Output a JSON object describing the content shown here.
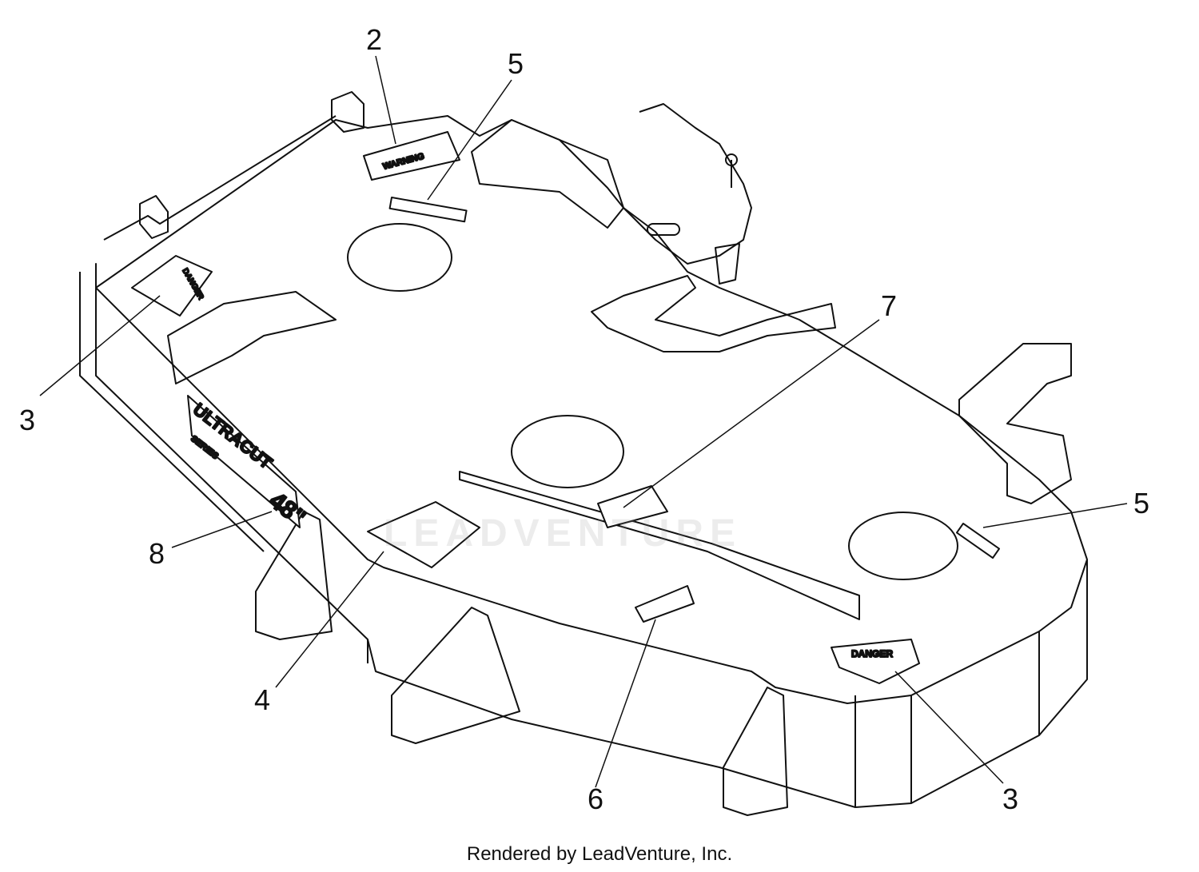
{
  "callouts": [
    {
      "id": "c2",
      "label": "2"
    },
    {
      "id": "c5a",
      "label": "5"
    },
    {
      "id": "c3a",
      "label": "3"
    },
    {
      "id": "c7",
      "label": "7"
    },
    {
      "id": "c5b",
      "label": "5"
    },
    {
      "id": "c8",
      "label": "8"
    },
    {
      "id": "c4",
      "label": "4"
    },
    {
      "id": "c6",
      "label": "6"
    },
    {
      "id": "c3b",
      "label": "3"
    }
  ],
  "decals": {
    "warning": "WARNING",
    "danger_left": "DANGER",
    "danger_right": "DANGER",
    "brand": "ULTRACUT",
    "brand_series": "SERIES",
    "brand_size": "48\""
  },
  "watermark": "LEADVENTURE",
  "footer": "Rendered by LeadVenture, Inc.",
  "colors": {
    "line": "#111111",
    "background": "#ffffff"
  }
}
